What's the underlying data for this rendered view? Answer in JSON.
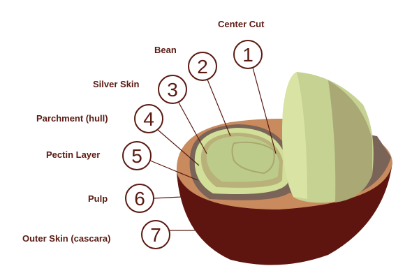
{
  "labels": [
    {
      "num": "1",
      "text": "Center Cut"
    },
    {
      "num": "2",
      "text": "Bean"
    },
    {
      "num": "3",
      "text": "Silver Skin"
    },
    {
      "num": "4",
      "text": "Parchment (hull)"
    },
    {
      "num": "5",
      "text": "Pectin Layer"
    },
    {
      "num": "6",
      "text": "Pulp"
    },
    {
      "num": "7",
      "text": "Outer Skin (cascara)"
    }
  ],
  "colors": {
    "outer_skin": "#5e1510",
    "pulp": "#c98a5e",
    "parchment": "#7a6357",
    "bean": "#bccb8a",
    "text": "#5a1a12"
  }
}
